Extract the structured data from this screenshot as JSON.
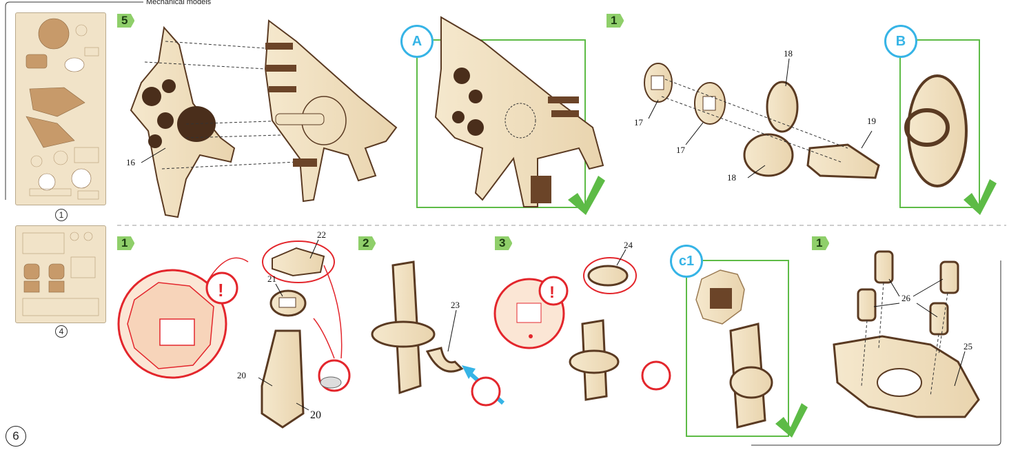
{
  "header": {
    "title": "Mechanical models"
  },
  "sheets": [
    {
      "number": "1"
    },
    {
      "number": "4"
    }
  ],
  "steps": {
    "top_5": "5",
    "top_1": "1",
    "bottom_1": "1",
    "bottom_2": "2",
    "bottom_3": "3",
    "bottom_1b": "1"
  },
  "bubbles": {
    "a": "A",
    "b": "B",
    "c1": "c1"
  },
  "labels": {
    "p16": "16",
    "p17a": "17",
    "p17b": "17",
    "p18a": "18",
    "p18b": "18",
    "p19": "19",
    "p22": "22",
    "p21": "21",
    "p20a": "20",
    "p20b": "20",
    "p23": "23",
    "p24": "24",
    "p26": "26",
    "p25": "25"
  },
  "page": {
    "number": "6"
  },
  "colors": {
    "wood": "#f1e3c8",
    "wood_dark": "#6b4428",
    "accent_green": "#8fcf6a",
    "check_green": "#5dbb46",
    "callout_blue": "#36b4e6",
    "warning_red": "#e3262c"
  }
}
